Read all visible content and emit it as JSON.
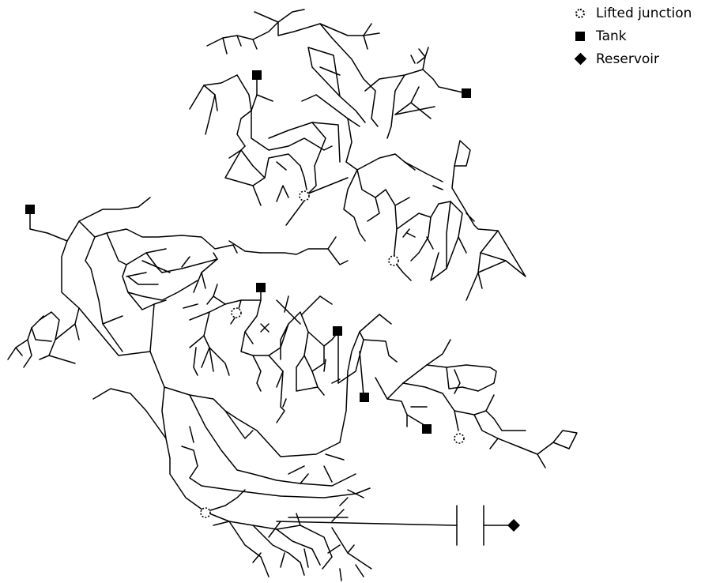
{
  "legend": {
    "items": [
      {
        "symbol": "lifted-junction-icon",
        "label": "Lifted junction"
      },
      {
        "symbol": "tank-icon",
        "label": "Tank"
      },
      {
        "symbol": "reservoir-icon",
        "label": "Reservoir"
      }
    ]
  },
  "colors": {
    "pipe": "#000000",
    "node": "#000000",
    "background": "#ffffff"
  }
}
